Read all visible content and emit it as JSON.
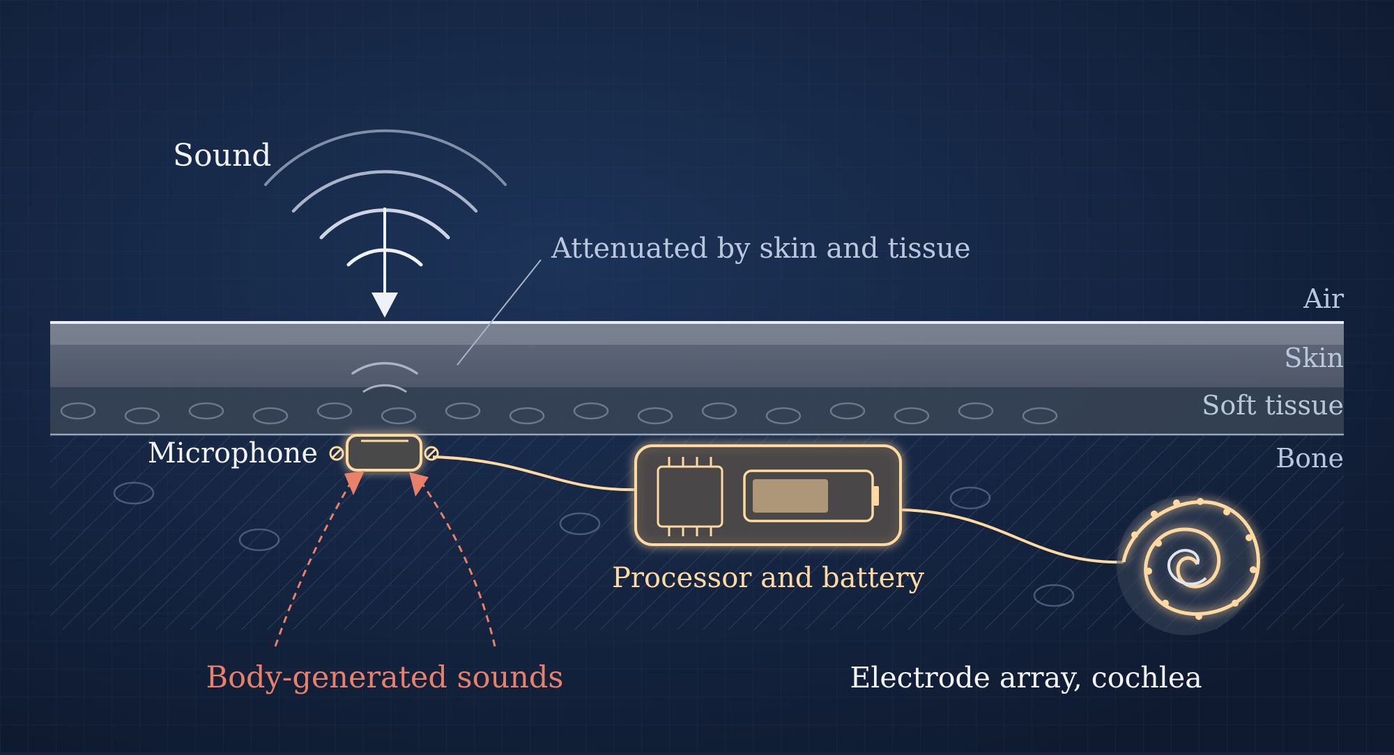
{
  "labels": {
    "sound": "Sound",
    "attenuated": "Attenuated by skin and tissue",
    "layer_air": "Air",
    "layer_skin": "Skin",
    "layer_soft_tissue": "Soft tissue",
    "layer_bone": "Bone",
    "microphone": "Microphone",
    "processor": "Processor and battery",
    "body_sounds": "Body-generated sounds",
    "electrode": "Electrode array, cochlea"
  },
  "colors": {
    "background": "#13223d",
    "implant": "#ffd9a0",
    "body_sound": "#e8806a",
    "layer_label": "#b9c7de",
    "text": "#f2f4f8"
  }
}
